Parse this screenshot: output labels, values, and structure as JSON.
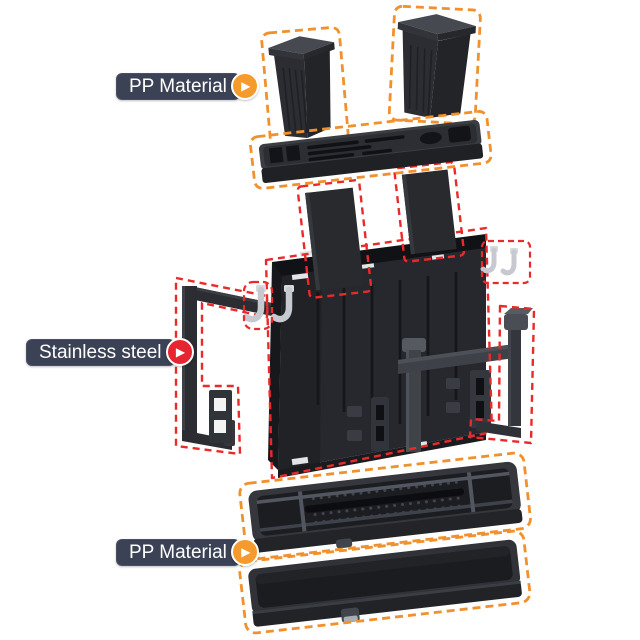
{
  "page": {
    "background": "#ffffff",
    "kind": "exploded-view product diagram of a wall-mounted kitchen knife holder rack"
  },
  "callouts": [
    {
      "id": "pp-top",
      "label": "PP Material",
      "arrow_glyph": "▶",
      "pill_bg": "#3b4255",
      "text_color": "#ffffff",
      "arrow_bg": "#f59b2d"
    },
    {
      "id": "stainless",
      "label": "Stainless steel",
      "arrow_glyph": "▶",
      "pill_bg": "#3b4255",
      "text_color": "#ffffff",
      "arrow_bg": "#e72530"
    },
    {
      "id": "pp-bottom",
      "label": "PP Material",
      "arrow_glyph": "▶",
      "pill_bg": "#3b4255",
      "text_color": "#ffffff",
      "arrow_bg": "#f59b2d"
    }
  ],
  "outline_colors": {
    "pp": "#f0912e",
    "stainless": "#ea2a2a"
  },
  "product_colors": {
    "body_dark": "#26282d",
    "body_mid": "#33363c",
    "body_light": "#43474e",
    "interior": "#111215",
    "hook_silver": "#c6cad0",
    "slot_white": "#e2e4e6"
  },
  "components": [
    {
      "name": "utensil-cup-left",
      "outline": "pp"
    },
    {
      "name": "utensil-cup-right",
      "outline": "pp"
    },
    {
      "name": "knife-slot-lid",
      "outline": "pp"
    },
    {
      "name": "divider-panel-left",
      "outline": "stainless"
    },
    {
      "name": "divider-panel-right",
      "outline": "stainless"
    },
    {
      "name": "main-rack-body",
      "outline": "stainless"
    },
    {
      "name": "left-hooks",
      "outline": "stainless"
    },
    {
      "name": "right-hooks",
      "outline": "stainless"
    },
    {
      "name": "hanging-frame-left",
      "outline": "stainless"
    },
    {
      "name": "hanging-bracket-right",
      "outline": "stainless"
    },
    {
      "name": "drain-tray",
      "outline": "pp"
    },
    {
      "name": "drip-tray",
      "outline": "pp"
    }
  ]
}
